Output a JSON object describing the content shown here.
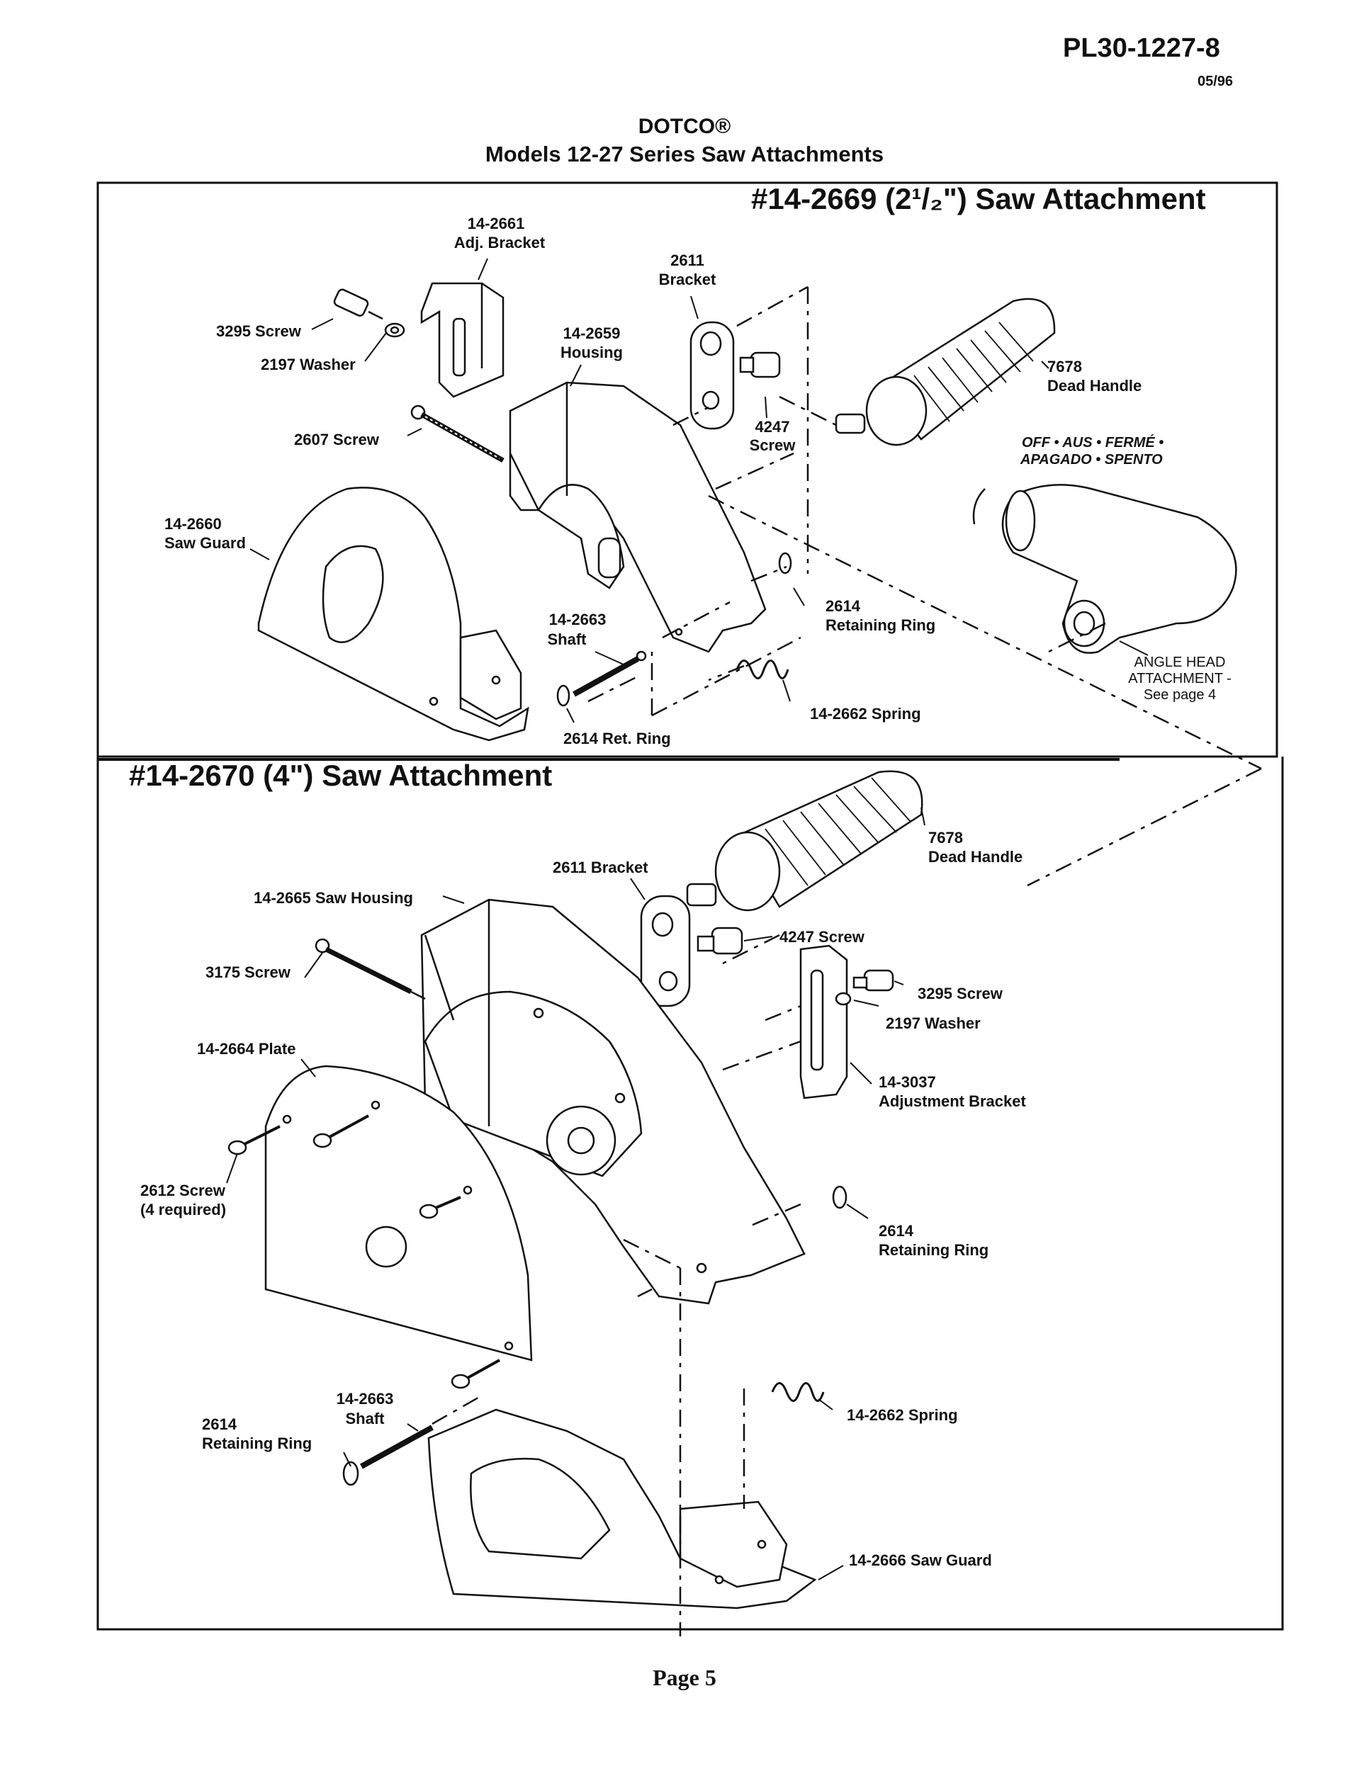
{
  "header": {
    "doc_number": "PL30-1227-8",
    "doc_date": "05/96",
    "brand": "DOTCO®",
    "subtitle": "Models 12-27 Series Saw Attachments"
  },
  "section_top": {
    "title": "#14-2669 (2¹/₂\") Saw Attachment",
    "labels": {
      "adj_bracket_num": "14-2661",
      "adj_bracket_name": "Adj. Bracket",
      "bracket_num": "2611",
      "bracket_name": "Bracket",
      "screw_3295": "3295 Screw",
      "washer_2197": "2197 Washer",
      "housing_num": "14-2659",
      "housing_name": "Housing",
      "screw_4247_num": "4247",
      "screw_4247_name": "Screw",
      "handle_num": "7678",
      "handle_name": "Dead Handle",
      "screw_2607": "2607 Screw",
      "switch_line1": "OFF • AUS • FERMÉ •",
      "switch_line2": "APAGADO • SPENTO",
      "guard_num": "14-2660",
      "guard_name": "Saw Guard",
      "ring_num": "2614",
      "ring_name": "Retaining Ring",
      "shaft_num": "14-2663",
      "shaft_name": "Shaft",
      "angle_line1": "ANGLE HEAD",
      "angle_line2": "ATTACHMENT -",
      "angle_line3": "See page 4",
      "spring": "14-2662 Spring",
      "ret_ring": "2614 Ret. Ring"
    }
  },
  "section_bottom": {
    "title": "#14-2670 (4\") Saw Attachment",
    "labels": {
      "handle_num": "7678",
      "handle_name": "Dead Handle",
      "bracket": "2611 Bracket",
      "saw_housing": "14-2665 Saw Housing",
      "screw_4247": "4247 Screw",
      "screw_3175": "3175 Screw",
      "screw_3295": "3295 Screw",
      "washer_2197": "2197 Washer",
      "plate": "14-2664 Plate",
      "adj_bracket_num": "14-3037",
      "adj_bracket_name": "Adjustment Bracket",
      "screw_2612": "2612 Screw",
      "screw_2612_qty": "(4 required)",
      "ring_num": "2614",
      "ring_name": "Retaining Ring",
      "shaft_num": "14-2663",
      "shaft_name": "Shaft",
      "ring2_num": "2614",
      "ring2_name": "Retaining Ring",
      "spring": "14-2662 Spring",
      "saw_guard": "14-2666 Saw Guard"
    }
  },
  "footer": {
    "page": "Page 5"
  }
}
